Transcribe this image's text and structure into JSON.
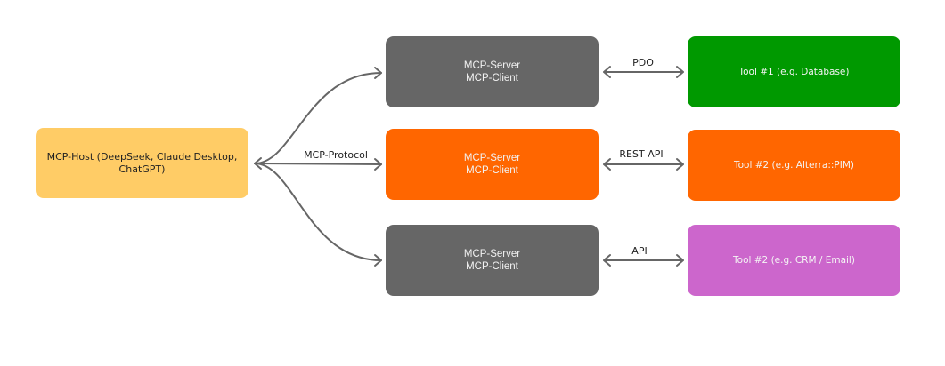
{
  "host": {
    "label_line1": "MCP-Host (DeepSeek, Claude Desktop,",
    "label_line2": "ChatGPT)",
    "color": "#ffcc66"
  },
  "protocol_label": "MCP-Protocol",
  "servers": [
    {
      "line1": "MCP-Server",
      "line2": "MCP-Client",
      "color": "#666666"
    },
    {
      "line1": "MCP-Server",
      "line2": "MCP-Client",
      "color": "#ff6600"
    },
    {
      "line1": "MCP-Server",
      "line2": "MCP-Client",
      "color": "#666666"
    }
  ],
  "links": [
    {
      "label": "PDO"
    },
    {
      "label": "REST API"
    },
    {
      "label": "API"
    }
  ],
  "tools": [
    {
      "label": "Tool #1 (e.g. Database)",
      "color": "#009900"
    },
    {
      "label": "Tool #2 (e.g. Alterra::PIM)",
      "color": "#ff6600"
    },
    {
      "label": "Tool #2 (e.g. CRM / Email)",
      "color": "#cc66cc"
    }
  ],
  "edge_color": "#666666"
}
